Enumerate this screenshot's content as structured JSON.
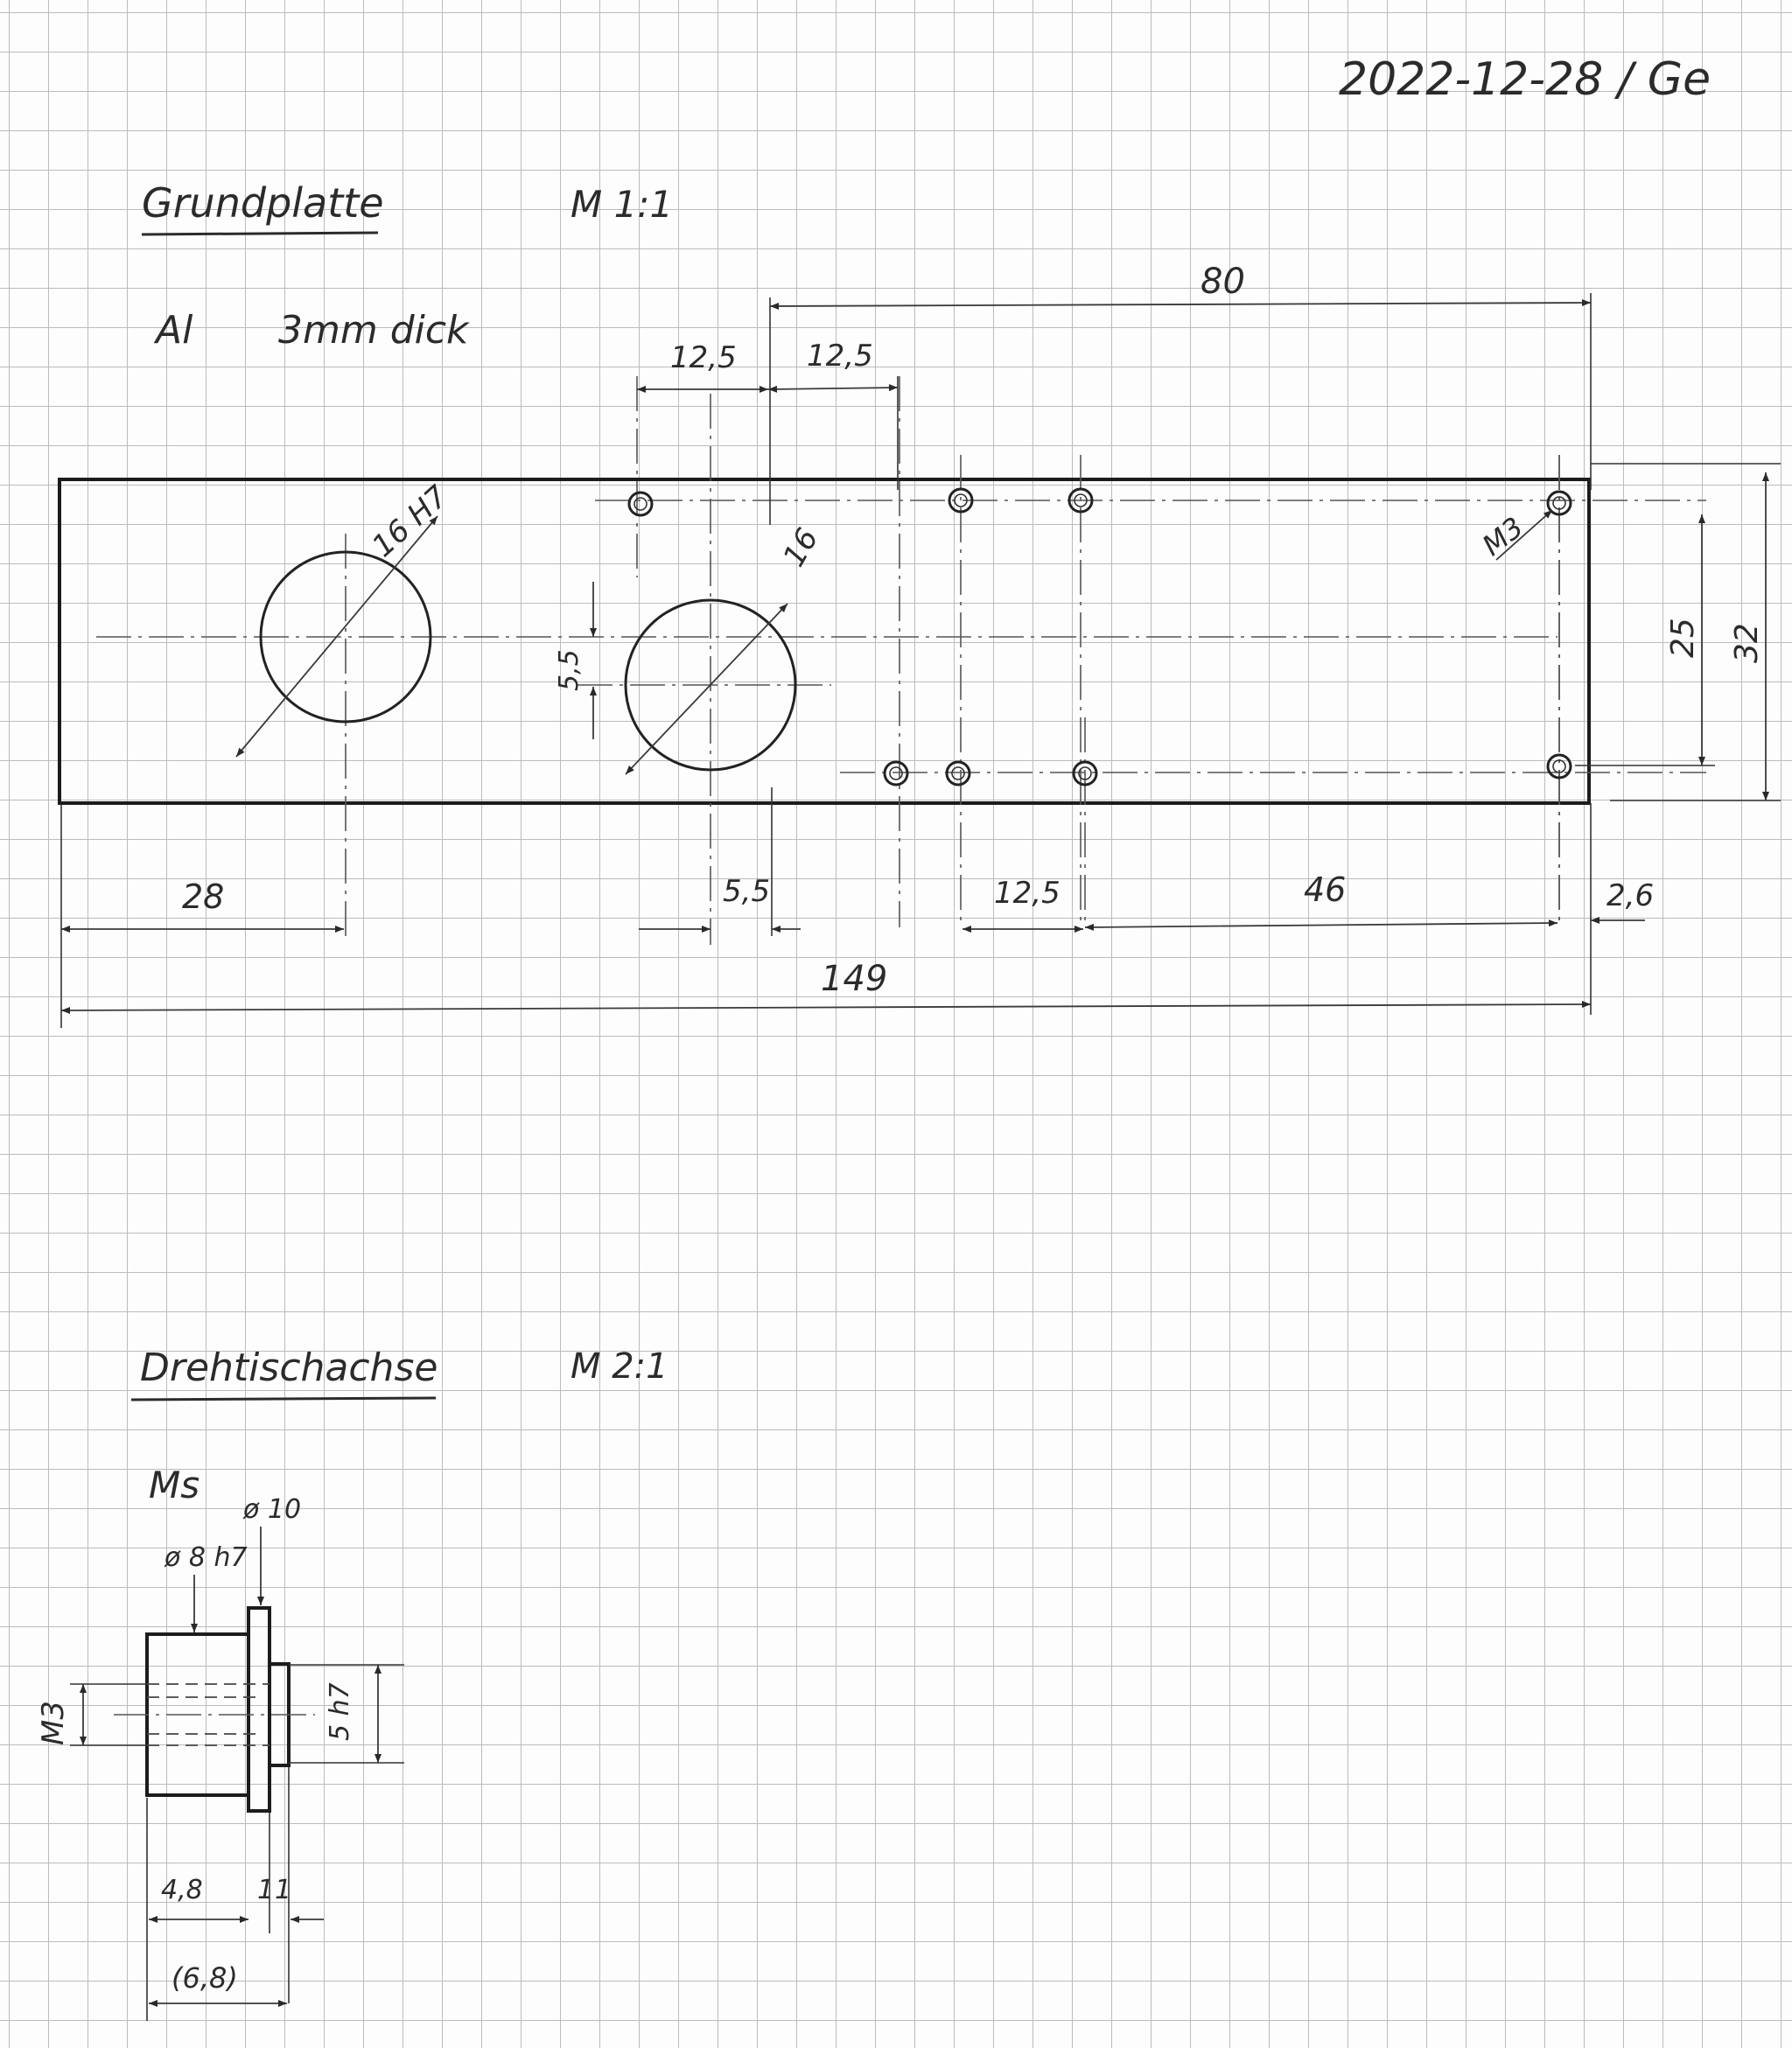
{
  "header": {
    "date": "2022-12-28 / Ge"
  },
  "part1": {
    "title": "Grundplatte",
    "scale": "M 1:1",
    "material": "Al",
    "thickness": "3mm dick",
    "dims": {
      "overall_width": "80",
      "left_spacing": "12,5",
      "right_spacing": "12,5",
      "bore_large": "16 H7",
      "bore_second": "16",
      "thread": "M3",
      "vertical_offset": "5,5",
      "height_inner": "25",
      "height_total": "32",
      "from_left": "28",
      "offset_bottom": "5,5",
      "hole_spacing_bottom": "12,5",
      "span": "46",
      "edge": "2,6",
      "total_length": "149"
    }
  },
  "part2": {
    "title": "Drehtischachse",
    "scale": "M 2:1",
    "material": "Ms",
    "dims": {
      "dia_outer": "ø 10",
      "dia_fit": "ø 8 h7",
      "thread": "M3",
      "shaft_dia": "5 h7",
      "length_main": "4,8",
      "collar": "1",
      "stub": "1",
      "total_ref": "(6,8)"
    }
  }
}
